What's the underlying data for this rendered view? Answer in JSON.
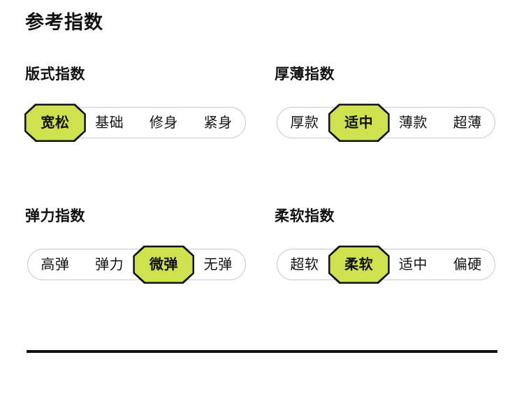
{
  "page": {
    "title": "参考指数",
    "accent_color": "#cde24e",
    "chip_border_color": "#111111",
    "bar_border_color": "#c9c9c9",
    "text_color": "#141414",
    "background": "#ffffff"
  },
  "sections": [
    {
      "id": "fit-index",
      "title": "版式指数",
      "selected_index": 0,
      "options": [
        {
          "label": "宽松",
          "selected": true
        },
        {
          "label": "基础",
          "selected": false
        },
        {
          "label": "修身",
          "selected": false
        },
        {
          "label": "紧身",
          "selected": false
        }
      ]
    },
    {
      "id": "thickness-index",
      "title": "厚薄指数",
      "selected_index": 1,
      "options": [
        {
          "label": "厚款",
          "selected": false
        },
        {
          "label": "适中",
          "selected": true
        },
        {
          "label": "薄款",
          "selected": false
        },
        {
          "label": "超薄",
          "selected": false
        }
      ]
    },
    {
      "id": "elasticity-index",
      "title": "弹力指数",
      "selected_index": 2,
      "options": [
        {
          "label": "高弹",
          "selected": false
        },
        {
          "label": "弹力",
          "selected": false
        },
        {
          "label": "微弹",
          "selected": true
        },
        {
          "label": "无弹",
          "selected": false
        }
      ]
    },
    {
      "id": "softness-index",
      "title": "柔软指数",
      "selected_index": 1,
      "options": [
        {
          "label": "超软",
          "selected": false
        },
        {
          "label": "柔软",
          "selected": true
        },
        {
          "label": "适中",
          "selected": false
        },
        {
          "label": "偏硬",
          "selected": false
        }
      ]
    }
  ],
  "divider": {
    "visible": true
  }
}
